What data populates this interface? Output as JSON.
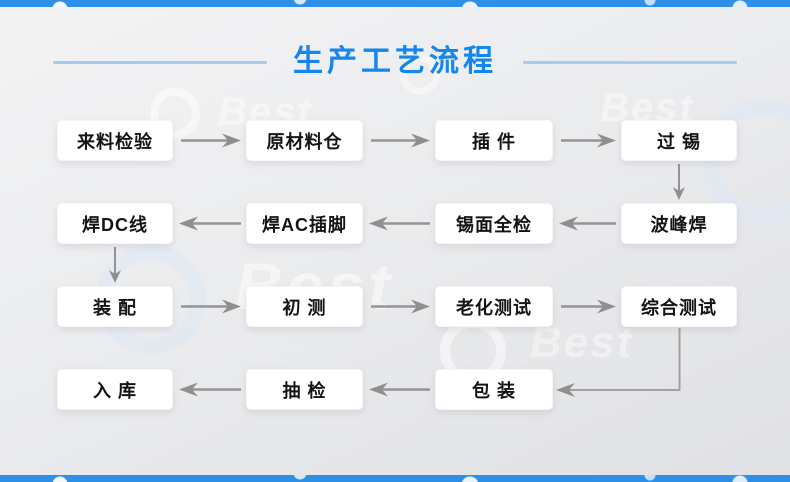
{
  "title": {
    "text": "生产工艺流程"
  },
  "flow": {
    "rows": [
      {
        "direction": "right",
        "boxes": [
          "来料检验",
          "原材料仓",
          "插 件",
          "过 锡"
        ]
      },
      {
        "direction": "left",
        "boxes": [
          "焊DC线",
          "焊AC插脚",
          "锡面全检",
          "波峰焊"
        ]
      },
      {
        "direction": "right",
        "boxes": [
          "装 配",
          "初 测",
          "老化测试",
          "综合测试"
        ]
      },
      {
        "direction": "left",
        "boxes": [
          "入 库",
          "抽 检",
          "包 装"
        ]
      }
    ],
    "row_transitions": [
      {
        "from": "过 锡",
        "to": "波峰焊",
        "type": "down"
      },
      {
        "from": "焊DC线",
        "to": "装 配",
        "type": "down"
      },
      {
        "from": "综合测试",
        "to": "包 装",
        "type": "down-then-left"
      }
    ]
  },
  "watermark": {
    "text": "Best"
  },
  "colors": {
    "title_blue": "#1685ec",
    "divider_blue": "#a6cbf0",
    "arrow_gray": "#949494",
    "edge_bar_blue": "#2e8fe6",
    "box_bg": "#ffffff",
    "page_bg": "#e9eaec"
  }
}
